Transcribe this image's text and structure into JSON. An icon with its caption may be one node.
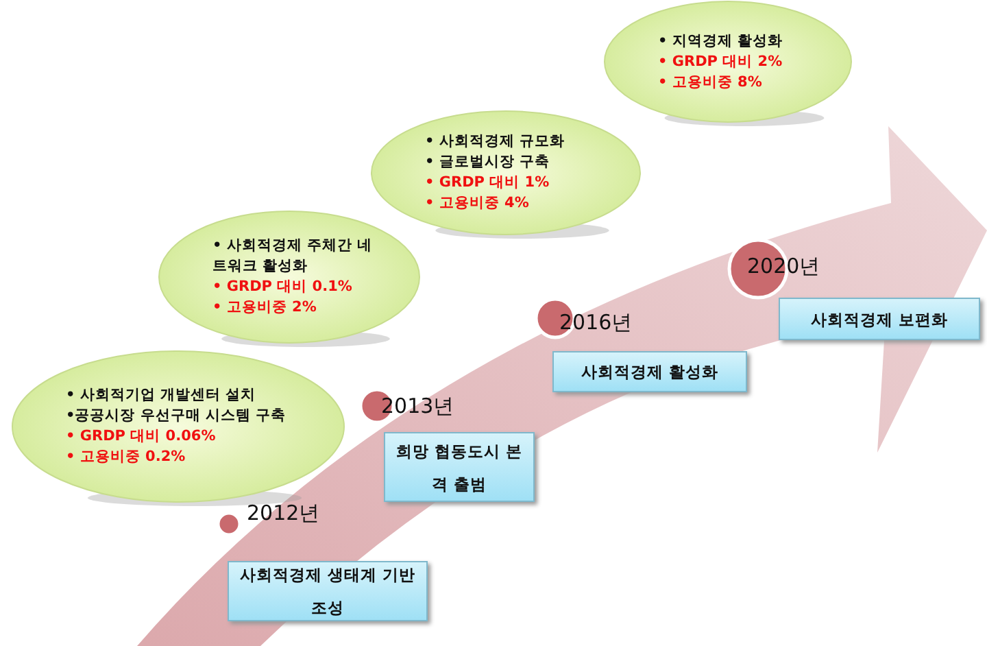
{
  "diagram": {
    "nodes": [
      {
        "text": [
          "• 사회적기업 개발센터 설치",
          "•공공시장 우선구매 시스템 구축",
          "• GRDP 대비 0.06%",
          "• 고용비중 0.2%"
        ]
      },
      {
        "text": [
          "• 사회적경제 주체간 네트워크 활성화",
          "• GRDP 대비 0.1%",
          "• 고용비중 2%"
        ]
      },
      {
        "text": [
          "• 사회적경제 규모화",
          "• 글로벌시장 구축",
          "• GRDP 대비 1%",
          "• 고용비중 4%"
        ]
      },
      {
        "text": [
          "• 지역경제 활성화",
          "• GRDP 대비 2%",
          "• 고용비중 8%"
        ]
      },
      {
        "text": [
          "2012년"
        ]
      },
      {
        "text": [
          "사회적경제 생태계 기반조성"
        ]
      },
      {
        "text": [
          "2013년"
        ]
      },
      {
        "text": [
          "희망 협동도시 본격 출범"
        ]
      },
      {
        "text": [
          "2016년"
        ]
      },
      {
        "text": [
          "사회적경제 활성화"
        ]
      },
      {
        "text": [
          "2020년"
        ]
      },
      {
        "text": [
          "사회적경제 보편화"
        ]
      }
    ]
  }
}
